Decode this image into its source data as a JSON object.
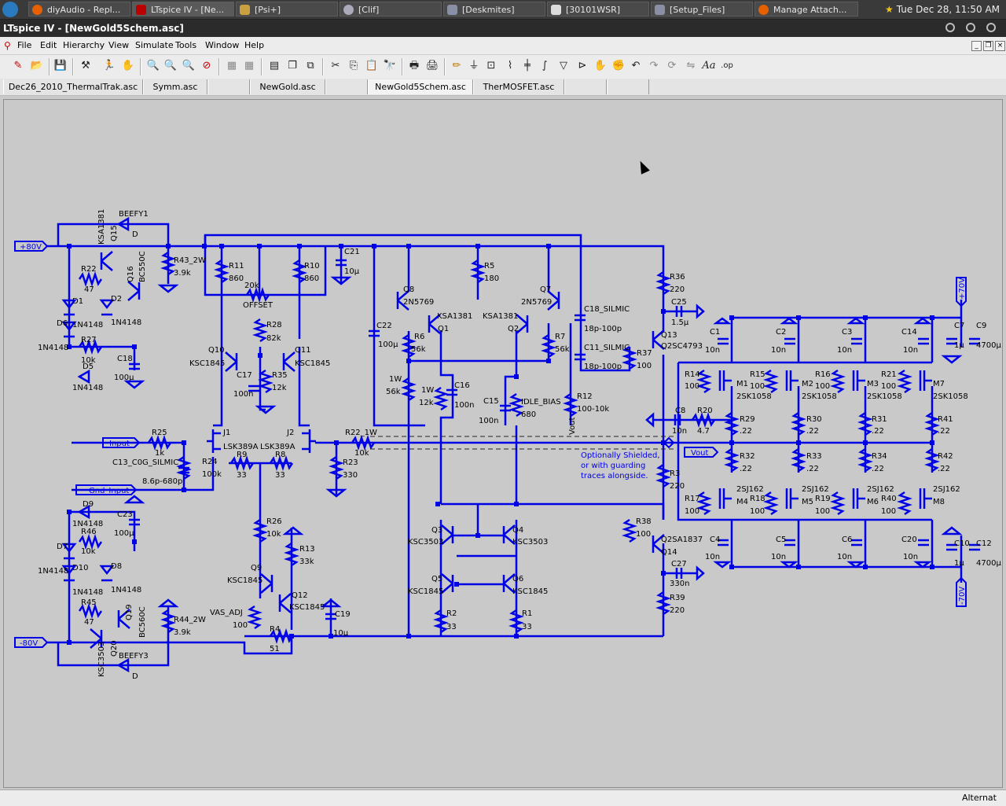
{
  "taskbar": {
    "tasks": [
      "diyAudio - Repl...",
      "LTspice IV - [Ne...",
      "[Psi+]",
      "[Clif]",
      "[Deskmites]",
      "[30101WSR]",
      "[Setup_Files]",
      "Manage Attach..."
    ],
    "clock": "Tue Dec 28, 11:50 AM"
  },
  "window": {
    "title": "LTspice IV - [NewGold5Schem.asc]"
  },
  "menu": {
    "items": [
      "File",
      "Edit",
      "Hierarchy",
      "View",
      "Simulate",
      "Tools",
      "Window",
      "Help"
    ]
  },
  "toolbar": {
    "icon_names": [
      "new-schematic-icon",
      "open-icon",
      "save-icon",
      "control-panel-icon",
      "run-icon",
      "halt-icon",
      "zoom-in-icon",
      "zoom-area-icon",
      "zoom-out-icon",
      "zoom-cancel-icon",
      "tile-icon",
      "cascade-icon",
      "close-all-icon",
      "cut-icon",
      "copy-icon",
      "paste-icon",
      "find-icon",
      "print-setup-icon",
      "print-icon",
      "wire-icon",
      "ground-icon",
      "label-net-icon",
      "resistor-icon",
      "capacitor-icon",
      "inductor-icon",
      "diode-icon",
      "component-icon",
      "move-icon",
      "drag-icon",
      "undo-icon",
      "redo-icon",
      "rotate-icon",
      "mirror-icon",
      "text-icon",
      "spice-directive-icon"
    ]
  },
  "tabs": [
    "Dec26_2010_ThermalTrak.asc",
    "Symm.asc",
    "",
    "NewGold.asc",
    "",
    "NewGold5Schem.asc",
    "TherMOSFET.asc",
    "",
    ""
  ],
  "status": {
    "text": "Alternat"
  },
  "schematic": {
    "ports": {
      "p80": "+80V",
      "m80": "-80V",
      "p70": "+70V",
      "m70": "-70V",
      "input": "Input",
      "gnd": "Gnd_Input",
      "vout": "Vout"
    },
    "note": [
      "Optionally Shielded,",
      "or with guarding",
      "traces alongside."
    ],
    "labels": {
      "beefy1": "BEEFY1",
      "beefy3": "BEEFY3",
      "d": "D",
      "q15": "Q15",
      "ksa1381": "KSA1381",
      "q16": "Q16",
      "bc550c": "BC550C",
      "r43": "R43_2W",
      "r43v": "3.9k",
      "r22": "R22",
      "r22v": "47",
      "d1": "D1",
      "d2": "D2",
      "d6": "D6",
      "d5": "D5",
      "n4148": "1N4148",
      "r27": "R27",
      "r27v": "10k",
      "c18": "C18",
      "c18v": "100µ",
      "r11": "R11",
      "r11v": "860",
      "r10": "R10",
      "r10v": "860",
      "offset": "OFFSET",
      "offv": "20k",
      "c21": "C21",
      "c21v": "10µ",
      "r28": "R28",
      "r28v": "82k",
      "q10": "Q10",
      "q11": "Q11",
      "ksc1845": "KSC1845",
      "c17": "C17",
      "c17v": "100n",
      "r35": "R35",
      "r35v": "12k",
      "j1": "J1",
      "j2": "J2",
      "lsk": "LSK389A",
      "r9": "R9",
      "r8": "R8",
      "v33": "33",
      "r25": "R25",
      "r25v": "1k",
      "c13": "C13_C0G_SILMIC",
      "c13v": "8.6p-680p",
      "r24": "R24",
      "r24v": "100k",
      "r22b": "R22_1W",
      "r22bv": "10k",
      "r23": "R23",
      "r23v": "330",
      "q8": "Q8",
      "q7": "Q7",
      "n5769": "2N5769",
      "q1": "Q1",
      "q2": "Q2",
      "r5": "R5",
      "r5v": "180",
      "r6": "R6",
      "r7": "R7",
      "v56k": "56k",
      "c22": "C22",
      "c22v": "100µ",
      "w1": "1W",
      "c16": "C16",
      "c16v": "100n",
      "v12k": "12k",
      "c15": "C15",
      "c15v": "100n",
      "idle": "IDLE_BIAS",
      "idlev": "680",
      "r12": "R12",
      "r12v": "100-10k",
      "vout_small": "Vout",
      "c18s": "C18_SILMIC",
      "c11s": "C11_SILMIC",
      "c18sv": "18p-100p",
      "r37": "R37",
      "r37v": "100",
      "r36": "R36",
      "r36v": "220",
      "q13": "Q13",
      "q2sc4793": "Q2SC4793",
      "c25": "C25",
      "c25v": "1.5µ",
      "q3": "Q3",
      "q4": "Q4",
      "q5": "Q5",
      "q6": "Q6",
      "ksc3503": "KSC3503",
      "r2": "R2",
      "r1": "R1",
      "r3": "R3",
      "r3v": "220",
      "r38": "R38",
      "r38v": "100",
      "q14": "Q14",
      "q2sa1837": "Q2SA1837",
      "c27": "C27",
      "c27v": "330n",
      "r39": "R39",
      "r39v": "220",
      "r26": "R26",
      "r26v": "10k",
      "r13": "R13",
      "r13v": "33k",
      "q9": "Q9",
      "q12": "Q12",
      "vasadj": "VAS_ADJ",
      "vasadjv": "100",
      "r4": "R4",
      "r4v": "51",
      "c19": "C19",
      "c19v": "10µ",
      "d9": "D9",
      "d7": "D7",
      "d10": "D10",
      "d8": "D8",
      "r46": "R46",
      "r46v": "10k",
      "c23": "C23",
      "c23v": "100µ",
      "r45": "R45",
      "r45v": "47",
      "q19": "Q19",
      "bc560c": "BC560C",
      "q20": "Q20",
      "r44": "R44_2W",
      "r44v": "3.9k",
      "c8": "C8",
      "c8v": "10n",
      "r20": "R20",
      "r20v": "4.7",
      "c1": "C1",
      "c2": "C2",
      "c3": "C3",
      "c14": "C14",
      "v10n": "10n",
      "c7": "C7",
      "c7v": "1µ",
      "c9": "C9",
      "c9v": "4700µ",
      "r14": "R14",
      "r15": "R15",
      "r16": "R16",
      "r21": "R21",
      "m1": "M1",
      "m2": "M2",
      "m3": "M3",
      "m7": "M7",
      "sk1058": "2SK1058",
      "r29": "R29",
      "r30": "R30",
      "r31": "R31",
      "r41": "R41",
      "v22": ".22",
      "r32": "R32",
      "r33": "R33",
      "r34": "R34",
      "r42": "R42",
      "r17": "R17",
      "r18": "R18",
      "r19": "R19",
      "r40": "R40",
      "m4": "M4",
      "m5": "M5",
      "m6": "M6",
      "m8": "M8",
      "sj162": "2SJ162",
      "c4": "C4",
      "c5": "C5",
      "c6": "C6",
      "c20": "C20",
      "c10": "C10",
      "c10v": "1µ",
      "c12": "C12",
      "c12v": "4700µ",
      "v100": "100"
    }
  },
  "colors": {
    "wire": "#0000e6",
    "text": "#000000",
    "background": "#c9c9c9"
  }
}
